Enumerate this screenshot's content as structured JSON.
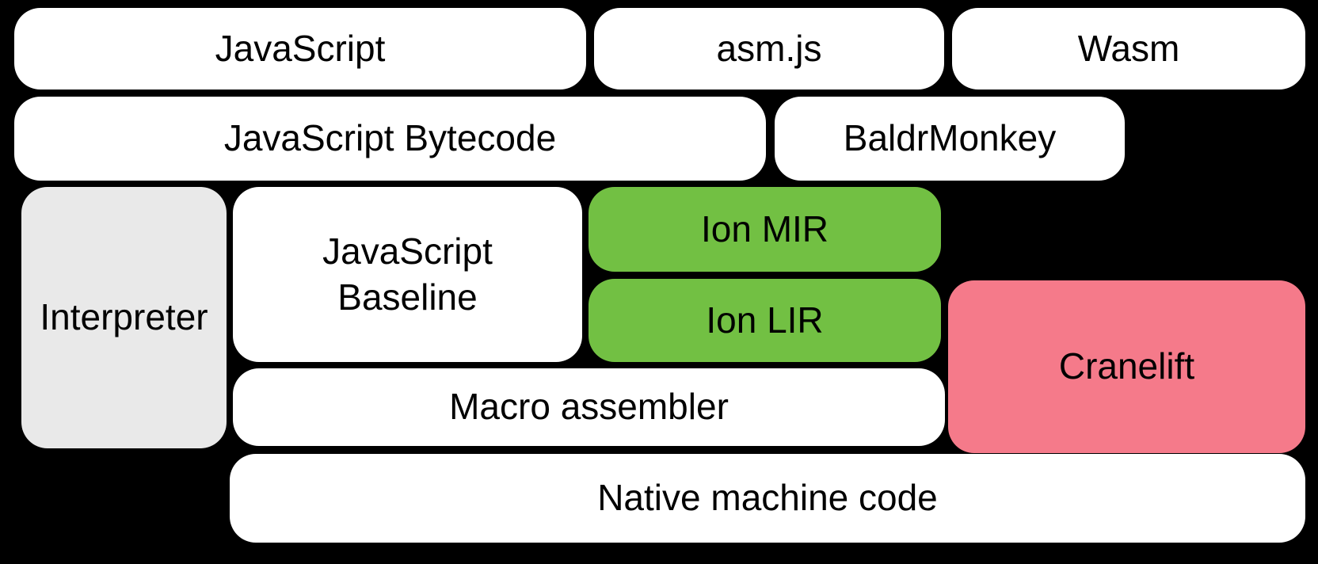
{
  "diagram": {
    "background_color": "#000000",
    "text_color": "#000000",
    "colors": {
      "white": "#ffffff",
      "green": "#72c043",
      "pink": "#f57a8a",
      "gray": "#e9e9e9"
    },
    "boxes": [
      {
        "id": "javascript",
        "label": "JavaScript",
        "fill": "#ffffff"
      },
      {
        "id": "asm-js",
        "label": "asm.js",
        "fill": "#ffffff"
      },
      {
        "id": "wasm",
        "label": "Wasm",
        "fill": "#ffffff"
      },
      {
        "id": "javascript-bytecode",
        "label": "JavaScript Bytecode",
        "fill": "#ffffff"
      },
      {
        "id": "baldrmonkey",
        "label": "BaldrMonkey",
        "fill": "#ffffff"
      },
      {
        "id": "interpreter",
        "label": "Interpreter",
        "fill": "#e9e9e9"
      },
      {
        "id": "javascript-baseline",
        "label": "JavaScript Baseline",
        "fill": "#ffffff",
        "lines": [
          "JavaScript",
          "Baseline"
        ]
      },
      {
        "id": "ion-mir",
        "label": "Ion MIR",
        "fill": "#72c043"
      },
      {
        "id": "ion-lir",
        "label": "Ion LIR",
        "fill": "#72c043"
      },
      {
        "id": "cranelift",
        "label": "Cranelift",
        "fill": "#f57a8a"
      },
      {
        "id": "macro-assembler",
        "label": "Macro assembler",
        "fill": "#ffffff"
      },
      {
        "id": "native-machine-code",
        "label": "Native machine code",
        "fill": "#ffffff"
      }
    ]
  }
}
